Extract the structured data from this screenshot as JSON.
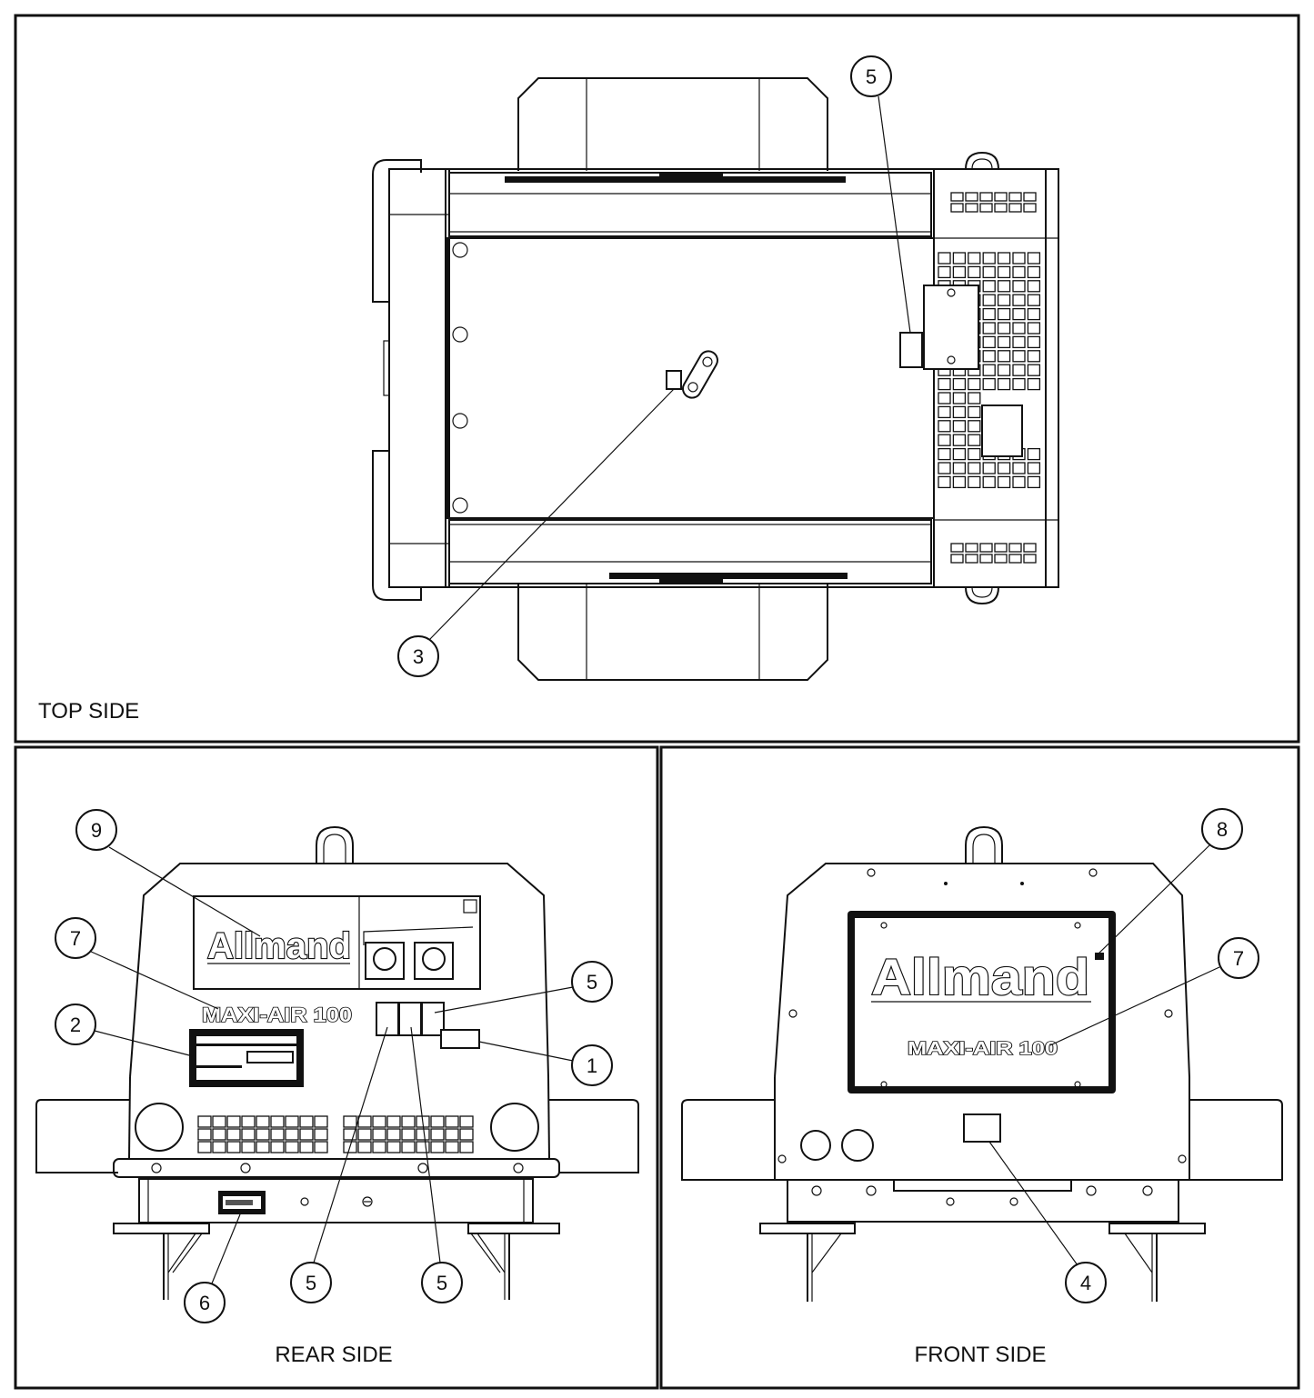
{
  "panels": {
    "top": {
      "title": "TOP SIDE"
    },
    "rear": {
      "title": "REAR SIDE"
    },
    "front": {
      "title": "FRONT SIDE"
    }
  },
  "callouts": {
    "top_5": "5",
    "top_3": "3",
    "rear_9": "9",
    "rear_7": "7",
    "rear_2": "2",
    "rear_5a": "5",
    "rear_1": "1",
    "rear_5b": "5",
    "rear_5c": "5",
    "rear_6": "6",
    "front_8": "8",
    "front_7": "7",
    "front_4": "4"
  },
  "branding": {
    "logo": "Allmand",
    "model": "MAXI-AIR 100"
  }
}
